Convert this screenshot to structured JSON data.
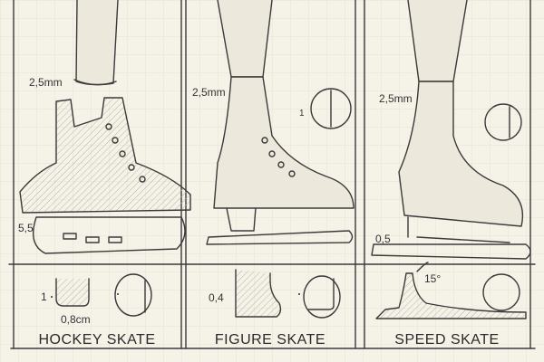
{
  "colors": {
    "paper": "#f5f2e8",
    "grid": "#e2ddd0",
    "ink": "#3a3a3a",
    "shade": "#d8d3c6"
  },
  "panels": [
    {
      "title": "HOCKEY SKATE",
      "top_dim": "2,5mm",
      "side_dim": "5,5",
      "detail_left": "1",
      "detail_bottom": "0,8cm"
    },
    {
      "title": "FIGURE SKATE",
      "top_dim": "2,5mm",
      "detail_mark": "1",
      "detail_left": "0,4"
    },
    {
      "title": "SPEED SKATE",
      "top_dim": "2,5mm",
      "side_dim": "0,5",
      "angle": "15°"
    }
  ]
}
